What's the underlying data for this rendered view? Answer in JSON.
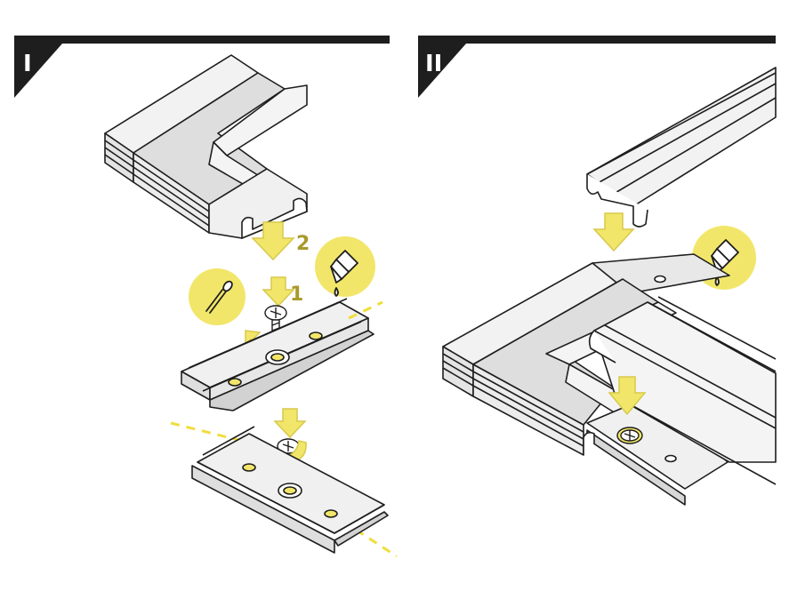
{
  "panels": [
    {
      "id": "I",
      "label": "I"
    },
    {
      "id": "II",
      "label": "II"
    }
  ],
  "steps": {
    "first": "1",
    "second": "2"
  },
  "colors": {
    "accent": "#f2e66a",
    "accent_stroke": "#d7c94a",
    "step_number": "#a89a2c",
    "line": "#1e1e1e",
    "profile_fill": "#f2f2f2",
    "profile_shade": "#d9d9d9",
    "guide_line": "#f0dd3c"
  },
  "icons": {
    "pipette": "pipette-icon",
    "glue_bottle": "glue-bottle-icon",
    "rotate_arrow": "rotate-arrow-icon",
    "down_arrow": "down-arrow-icon",
    "screw": "screw-icon"
  }
}
